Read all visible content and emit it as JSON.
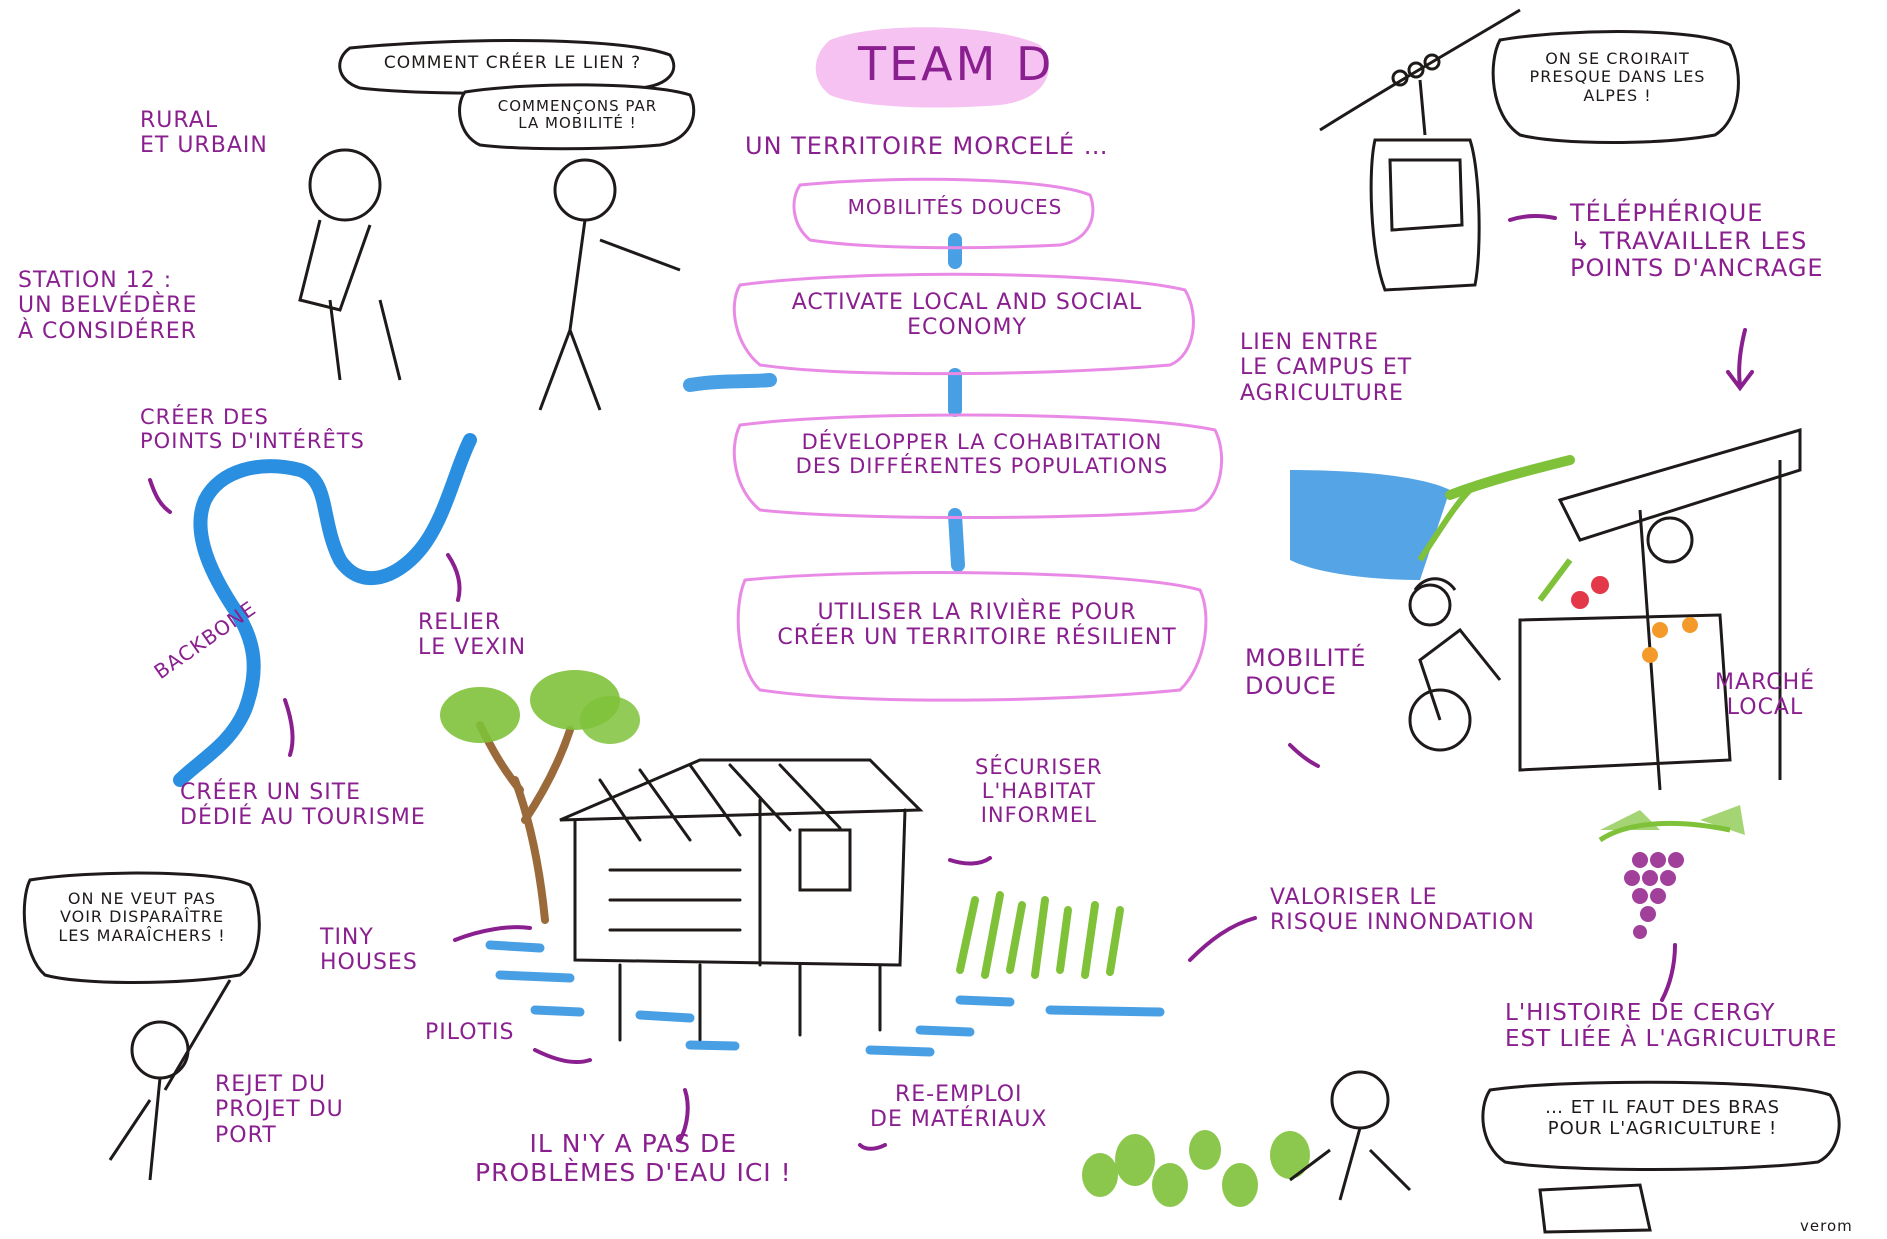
{
  "title": "TEAM D",
  "subtitle": "UN TERRITOIRE MORCELÉ …",
  "central_boxes": [
    "MOBILITÉS DOUCES",
    "ACTIVATE LOCAL AND SOCIAL\nECONOMY",
    "DÉVELOPPER LA COHABITATION\nDES DIFFÉRENTES POPULATIONS",
    "UTILISER LA RIVIÈRE POUR\nCRÉER UN TERRITOIRE RÉSILIENT"
  ],
  "speech_bubbles": {
    "top_left_1": "COMMENT CRÉER LE LIEN ?",
    "top_left_2": "COMMENÇONS PAR\nLA MOBILITÉ !",
    "top_right": "ON SE CROIRAIT\nPRESQUE DANS LES\nALPES !",
    "bottom_left": "ON NE VEUT PAS\nVOIR DISPARAÎTRE\nLES MARAÎCHERS !",
    "bottom_right": "… ET IL FAUT DES BRAS\nPOUR L'AGRICULTURE !"
  },
  "labels": {
    "rural_urbain": "RURAL\nET URBAIN",
    "station": "STATION 12 :\nUN BELVÉDÈRE\nÀ CONSIDÉRER",
    "points_interets": "CRÉER DES\nPOINTS D'INTÉRÊTS",
    "backbone": "BACKBONE",
    "relier": "RELIER\nLE VEXIN",
    "site_tourisme": "CRÉER UN SITE\nDÉDIÉ AU TOURISME",
    "tiny_houses": "TINY\nHOUSES",
    "pilotis": "PILOTIS",
    "rejet": "REJET DU\nPROJET DU\nPORT",
    "pas_problemes": "IL N'Y A PAS DE\nPROBLÈMES D'EAU ICI !",
    "reemploi": "RE-EMPLOI\nDE MATÉRIAUX",
    "securiser": "SÉCURISER\nL'HABITAT\nINFORMEL",
    "valoriser": "VALORISER LE\nRISQUE INNONDATION",
    "histoire": "L'HISTOIRE DE CERGY\nEST LIÉE À L'AGRICULTURE",
    "telepherique": "TÉLÉPHÉRIQUE\n↳ TRAVAILLER LES\nPOINTS D'ANCRAGE",
    "lien_campus": "LIEN ENTRE\nLE CAMPUS ET\nAGRICULTURE",
    "mobilite_douce": "MOBILITÉ\nDOUCE",
    "marche_local": "MARCHÉ\nLOCAL",
    "signature": "verom"
  },
  "colors": {
    "ink": "#1f1a1a",
    "purple": "#8a1f8f",
    "pink": "#e98be6",
    "pink_fill": "#f6c2f2",
    "blue": "#2a8fe0",
    "green": "#7fc23a",
    "brown": "#9a6a3a",
    "grape": "#a0409a",
    "orange": "#f39a2a",
    "red": "#e2384a"
  },
  "icons": [
    "river-icon",
    "tiny-house-icon",
    "tree-icon",
    "cable-car-icon",
    "market-stall-icon",
    "bicycle-icon",
    "grapes-icon",
    "people-icon"
  ]
}
